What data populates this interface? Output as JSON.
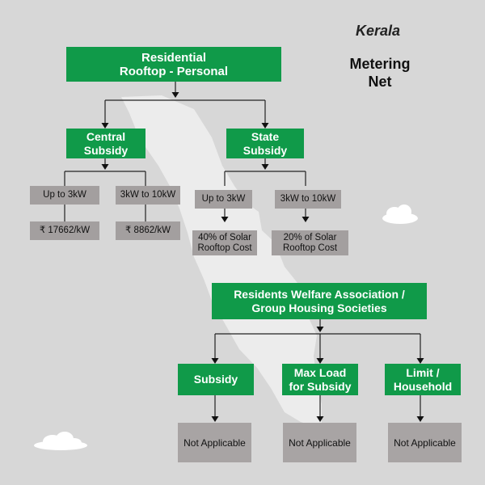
{
  "header": {
    "state": "Kerala",
    "metering_line1": "Metering",
    "metering_line2": "Net"
  },
  "root": {
    "line1": "Residential",
    "line2": "Rooftop - Personal"
  },
  "central": {
    "line1": "Central",
    "line2": "Subsidy",
    "left_label": "Up to 3kW",
    "right_label": "3kW to 10kW",
    "left_value": "₹ 17662/kW",
    "right_value": "₹ 8862/kW"
  },
  "state_subsidy": {
    "line1": "State",
    "line2": "Subsidy",
    "left_label": "Up to 3kW",
    "right_label": "3kW to 10kW",
    "left_value_line1": "40% of Solar",
    "left_value_line2": "Rooftop Cost",
    "right_value_line1": "20% of Solar",
    "right_value_line2": "Rooftop Cost"
  },
  "rwa": {
    "line1": "Residents Welfare Association /",
    "line2": "Group Housing Societies",
    "children": [
      {
        "line1": "Subsidy",
        "line2": "",
        "value": "Not Applicable"
      },
      {
        "line1": "Max Load",
        "line2": "for Subsidy",
        "value": "Not Applicable"
      },
      {
        "line1": "Limit /",
        "line2": "Household",
        "value": "Not Applicable"
      }
    ]
  },
  "colors": {
    "green": "#109a49",
    "grey_box": "#a39f9f",
    "background": "#d7d7d7",
    "map": "#ececec"
  }
}
